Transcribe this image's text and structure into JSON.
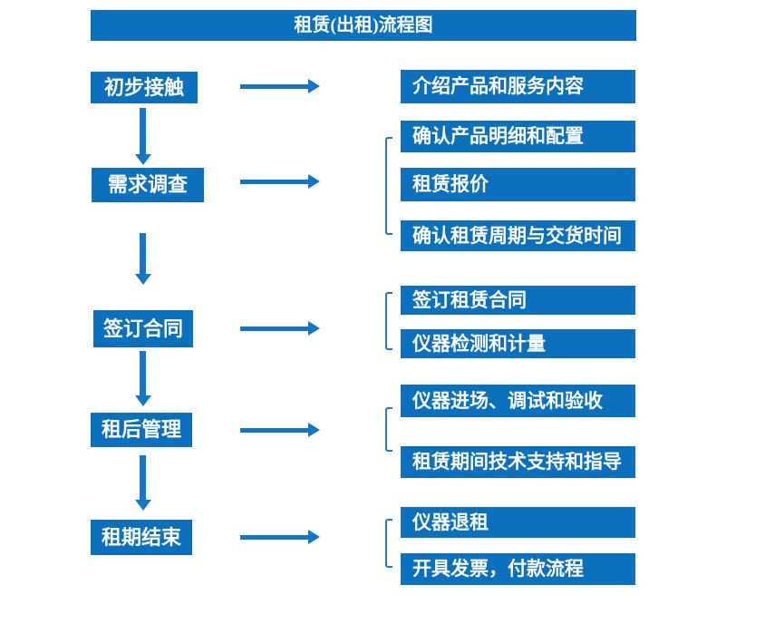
{
  "title": "租赁(出租)流程图",
  "colors": {
    "box_blue": "#0b70bd",
    "arrow_blue": "#1377c9",
    "bracket_blue": "#2e75b6",
    "text_white": "#ffffff"
  },
  "flow": {
    "steps": [
      {
        "label": "初步接触",
        "details": [
          "介绍产品和服务内容"
        ]
      },
      {
        "label": "需求调查",
        "details": [
          "确认产品明细和配置",
          "租赁报价",
          "确认租赁周期与交货时间"
        ]
      },
      {
        "label": "签订合同",
        "details": [
          "签订租赁合同",
          "仪器检测和计量"
        ]
      },
      {
        "label": "租后管理",
        "details": [
          "仪器进场、调试和验收",
          "租赁期间技术支持和指导"
        ]
      },
      {
        "label": "租期结束",
        "details": [
          "仪器退租",
          "开具发票，付款流程"
        ]
      }
    ]
  }
}
